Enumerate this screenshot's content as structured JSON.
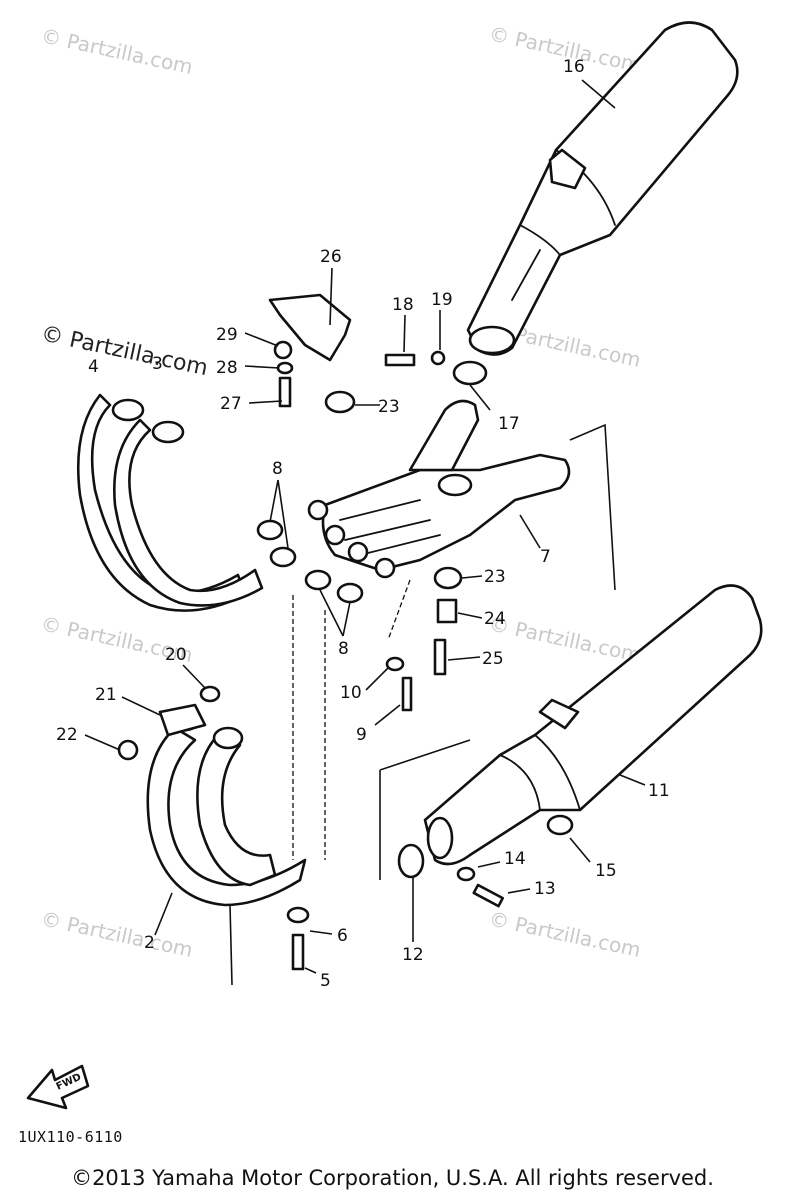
{
  "watermarks": {
    "main": "© Partzilla.com",
    "faint": "© Partzilla.com"
  },
  "callouts": {
    "c2": "2",
    "c3": "3",
    "c4": "4",
    "c5": "5",
    "c6": "6",
    "c7": "7",
    "c8a": "8",
    "c8b": "8",
    "c9": "9",
    "c10": "10",
    "c11": "11",
    "c12": "12",
    "c13": "13",
    "c14": "14",
    "c15": "15",
    "c16": "16",
    "c17": "17",
    "c18": "18",
    "c19": "19",
    "c20": "20",
    "c21": "21",
    "c22": "22",
    "c23a": "23",
    "c23b": "23",
    "c24": "24",
    "c25": "25",
    "c26": "26",
    "c27": "27",
    "c28": "28",
    "c29": "29"
  },
  "fwd_label": "FWD",
  "diagram_ref": "1UX110-6110",
  "copyright": "©2013 Yamaha Motor Corporation, U.S.A. All rights reserved.",
  "colors": {
    "line": "#111111",
    "watermark": "#c9c9c9",
    "background": "#ffffff"
  }
}
